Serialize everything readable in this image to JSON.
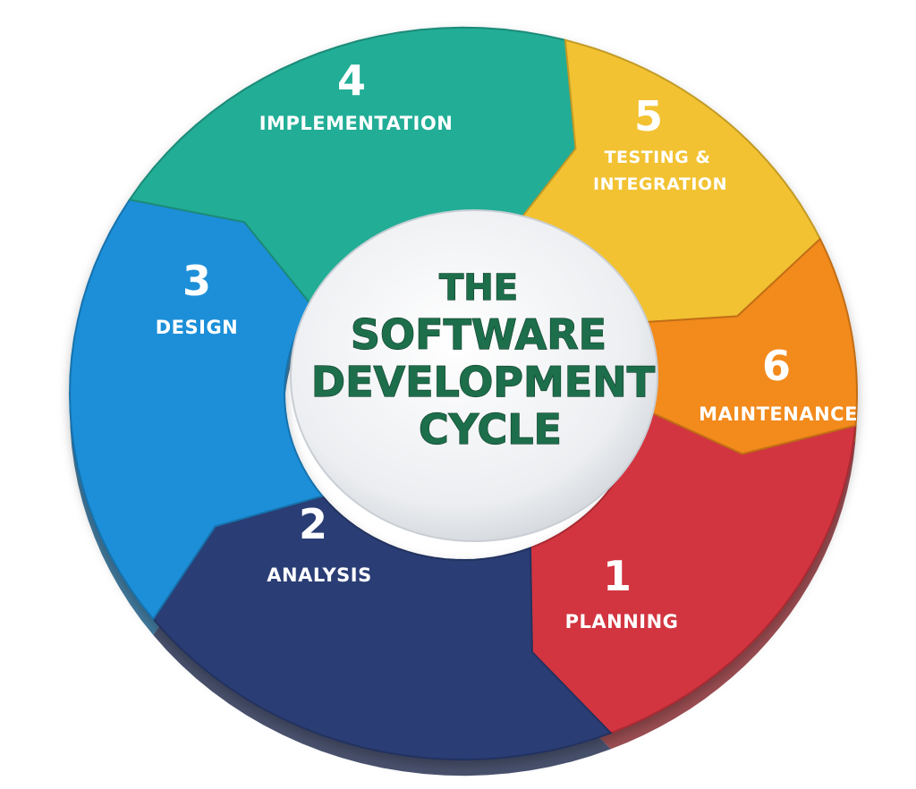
{
  "title": {
    "line1": "THE",
    "line2": "SOFTWARE",
    "line3": "DEVELOPMENT",
    "line4": "CYCLE"
  },
  "stages": [
    {
      "number": "1",
      "label": "PLANNING",
      "color": "#d2353f"
    },
    {
      "number": "2",
      "label": "ANALYSIS",
      "color": "#2c3d75"
    },
    {
      "number": "3",
      "label": "DESIGN",
      "color": "#1e8fd8"
    },
    {
      "number": "4",
      "label": "IMPLEMENTATION",
      "color": "#22ad96"
    },
    {
      "number": "5",
      "label_line1": "TESTING &",
      "label_line2": "INTEGRATION",
      "color": "#f2c232"
    },
    {
      "number": "6",
      "label": "MAINTENANCE",
      "color": "#f28a1c"
    }
  ],
  "colors": {
    "center_fill": "#eef0f2",
    "title_text": "#1d6e4b"
  }
}
